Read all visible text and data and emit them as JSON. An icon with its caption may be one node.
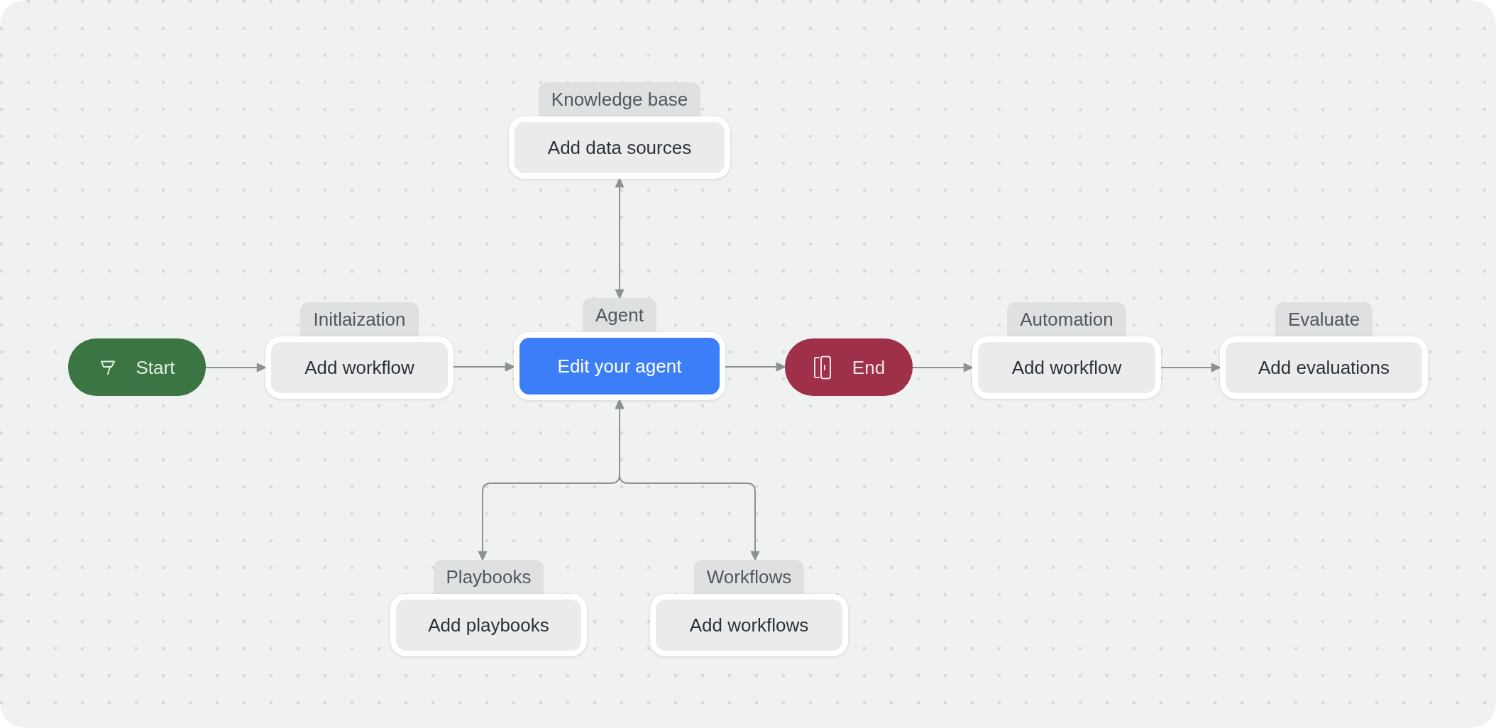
{
  "diagram": {
    "nodes": [
      {
        "text": [
          "Start"
        ]
      },
      {
        "text": [
          "Initlaization",
          "Add workflow"
        ]
      },
      {
        "text": [
          "Knowledge base",
          "Add data sources"
        ]
      },
      {
        "text": [
          "Agent",
          "Edit your agent"
        ]
      },
      {
        "text": [
          "End"
        ]
      },
      {
        "text": [
          "Automation",
          "Add workflow"
        ]
      },
      {
        "text": [
          "Evaluate",
          "Add evaluations"
        ]
      },
      {
        "text": [
          "Playbooks",
          "Add playbooks"
        ]
      },
      {
        "text": [
          "Workflows",
          "Add workflows"
        ]
      }
    ],
    "edges": [
      {
        "from": 0,
        "to": 1,
        "arrow": "to"
      },
      {
        "from": 1,
        "to": 3,
        "arrow": "to"
      },
      {
        "from": 3,
        "to": 2,
        "arrow": "both"
      },
      {
        "from": 3,
        "to": 4,
        "arrow": "to"
      },
      {
        "from": 4,
        "to": 5,
        "arrow": "to"
      },
      {
        "from": 5,
        "to": 6,
        "arrow": "to"
      },
      {
        "from": 3,
        "to": 7,
        "arrow": "both"
      },
      {
        "from": 3,
        "to": 8,
        "arrow": "both"
      }
    ]
  }
}
